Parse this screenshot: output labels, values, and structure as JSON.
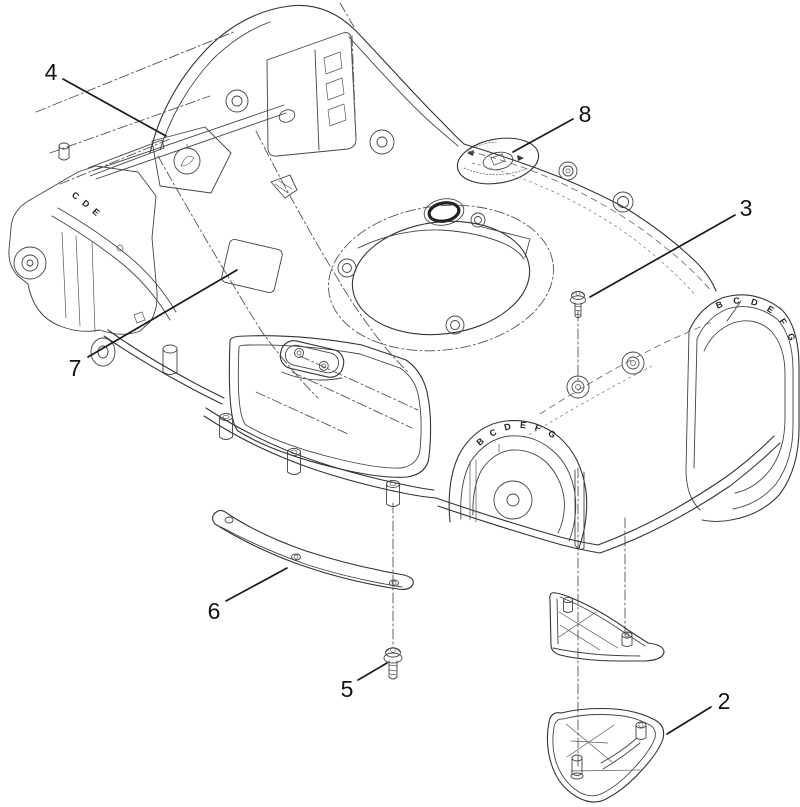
{
  "figure": {
    "kind": "exploded-parts-diagram",
    "background_color": "#ffffff",
    "line_color": "#333333",
    "callout_color": "#111111"
  },
  "callouts": [
    {
      "label": "2",
      "part": "lower-discharge-deflector"
    },
    {
      "label": "3",
      "part": "deck-screw-right"
    },
    {
      "label": "4",
      "part": "housing-seam"
    },
    {
      "label": "5",
      "part": "front-skirt-screw"
    },
    {
      "label": "6",
      "part": "front-rock-guard-strip"
    },
    {
      "label": "7",
      "part": "deck-decal"
    },
    {
      "label": "8",
      "part": "washout-port-cap"
    }
  ],
  "embossed_text": {
    "front_left": "C D E",
    "rear_arch": "B C D E F G",
    "right_arch": "B C D E F G"
  }
}
